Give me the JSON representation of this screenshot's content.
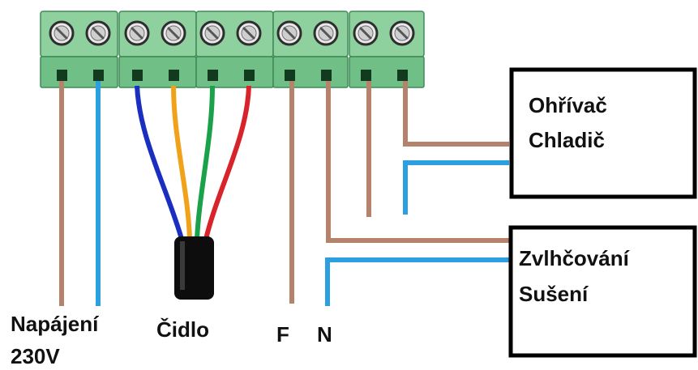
{
  "colors": {
    "brown": "#b5826b",
    "blue": "#2b9fe0",
    "dark_blue": "#1a2fbf",
    "orange": "#f0a21a",
    "green": "#19a24a",
    "red": "#d8232a",
    "terminal_green": "#8fd19e",
    "cable": "#0d0d0d"
  },
  "terminal_blocks_count": 5,
  "terminals_per_block": 2,
  "labels": {
    "power_line1": "Napájení",
    "power_line2": "230V",
    "sensor": "Čidlo",
    "phase": "F",
    "neutral": "N",
    "box1_line1": "Ohřívač",
    "box1_line2": "Chladič",
    "box2_line1": "Zvlhčování",
    "box2_line2": "Sušení"
  }
}
